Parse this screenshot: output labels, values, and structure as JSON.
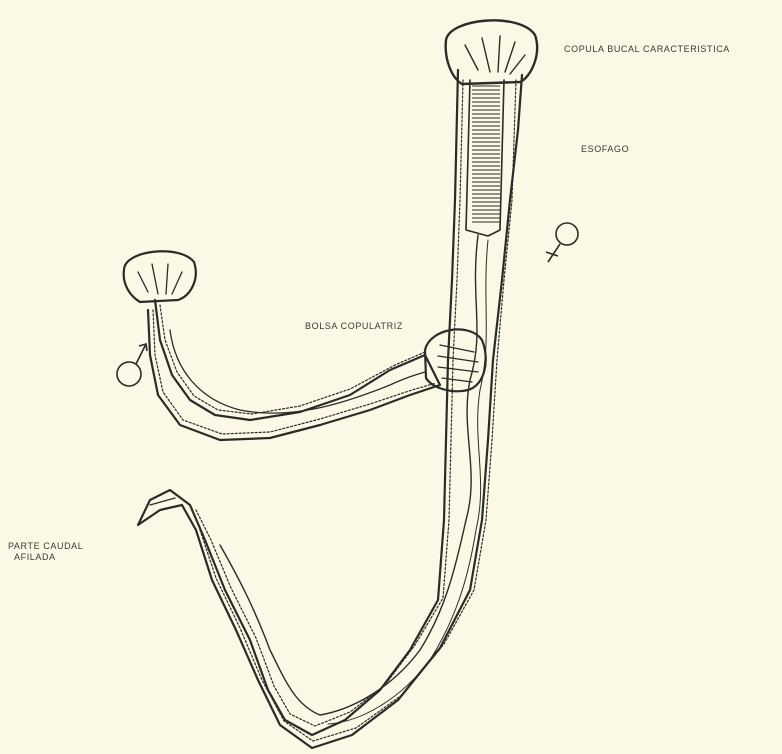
{
  "labels": {
    "copula_bucal": "COPULA BUCAL CARACTERISTICA",
    "esofago": "ESOFAGO",
    "bolsa_copulatriz": "BOLSA COPULATRIZ",
    "parte_caudal_line1": "PARTE CAUDAL",
    "parte_caudal_line2": "AFILADA"
  },
  "symbols": {
    "female": "female-symbol-icon",
    "male": "male-symbol-icon"
  },
  "colors": {
    "background": "#fbf8e6",
    "ink": "#2b2b28"
  }
}
